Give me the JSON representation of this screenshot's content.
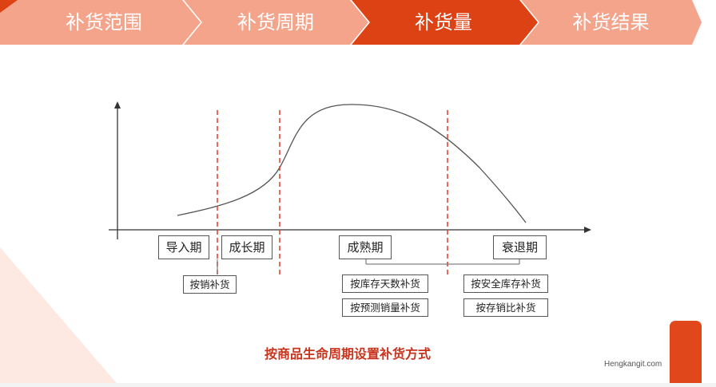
{
  "steps": [
    {
      "label": "补货范围",
      "active": false
    },
    {
      "label": "补货周期",
      "active": false
    },
    {
      "label": "补货量",
      "active": true
    },
    {
      "label": "补货结果",
      "active": false
    }
  ],
  "colors": {
    "chevron_inactive": "#f3a48b",
    "chevron_active": "#dc4214",
    "accent": "#c8331c",
    "divider": "#e23a2a",
    "curve": "#555555",
    "corner_tab": "#e0481c"
  },
  "phases": {
    "intro": "导入期",
    "growth": "成长期",
    "maturity": "成熟期",
    "decline": "衰退期"
  },
  "methods": {
    "by_sales": "按销补货",
    "by_stock_days": "按库存天数补货",
    "by_forecast": "按预测销量补货",
    "by_safety_stock": "按安全库存补货",
    "by_stock_sales_ratio": "按存销比补货"
  },
  "caption": "按商品生命周期设置补货方式",
  "watermark": "Hengkangit.com"
}
